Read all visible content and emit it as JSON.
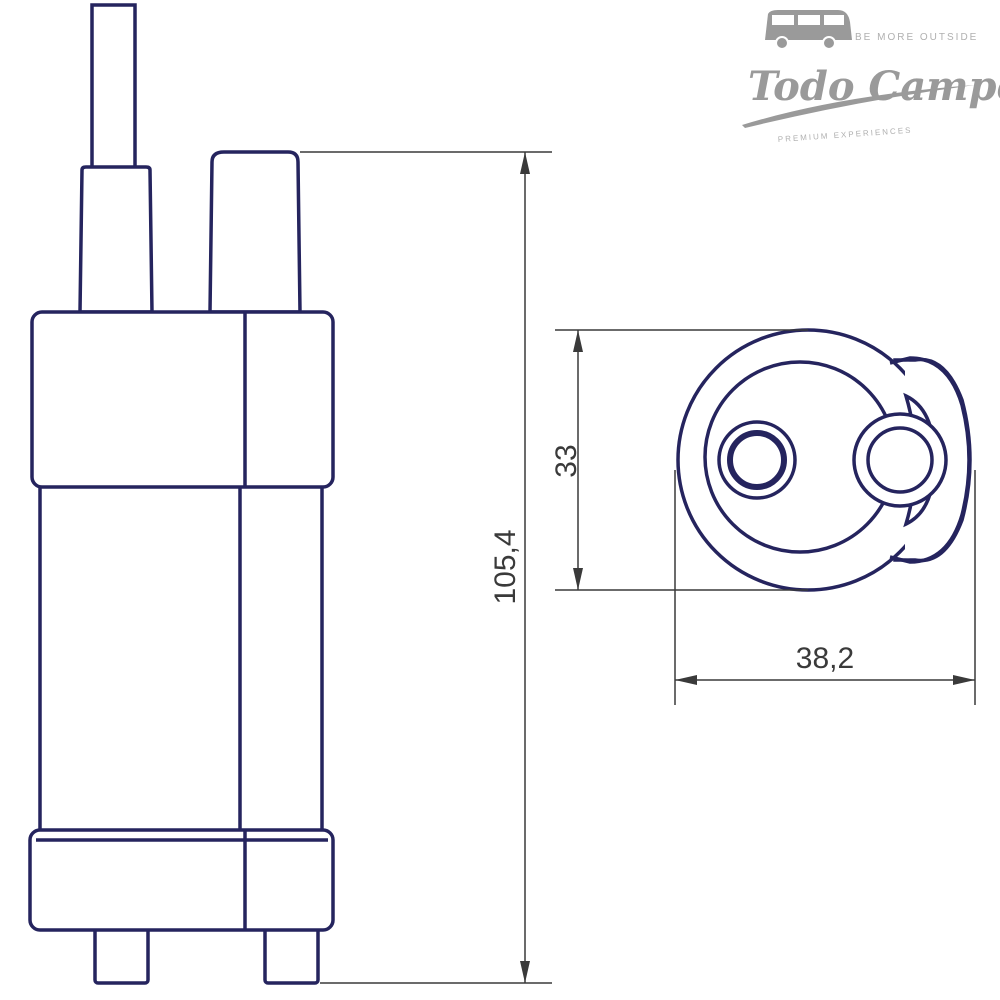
{
  "logo": {
    "brand": "Todo Campers",
    "tagline_top": "BE MORE OUTSIDE",
    "tagline_bottom": "PREMIUM EXPERIENCES",
    "color": "#9a9a9a"
  },
  "dimensions": {
    "height": "105,4",
    "head_height": "33",
    "head_width": "38,2"
  },
  "colors": {
    "outline": "#25245e",
    "dimension": "#3a3a3a"
  }
}
